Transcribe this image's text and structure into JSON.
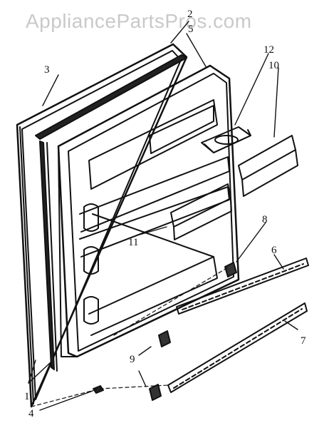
{
  "watermark": "AppliancePartsPros.com",
  "callouts": [
    "1",
    "2",
    "3",
    "4",
    "5",
    "6",
    "7",
    "8",
    "9",
    "10",
    "11",
    "12"
  ],
  "colors": {
    "ink": "#111111",
    "watermark": "#c9c9c9",
    "background": "#ffffff"
  }
}
